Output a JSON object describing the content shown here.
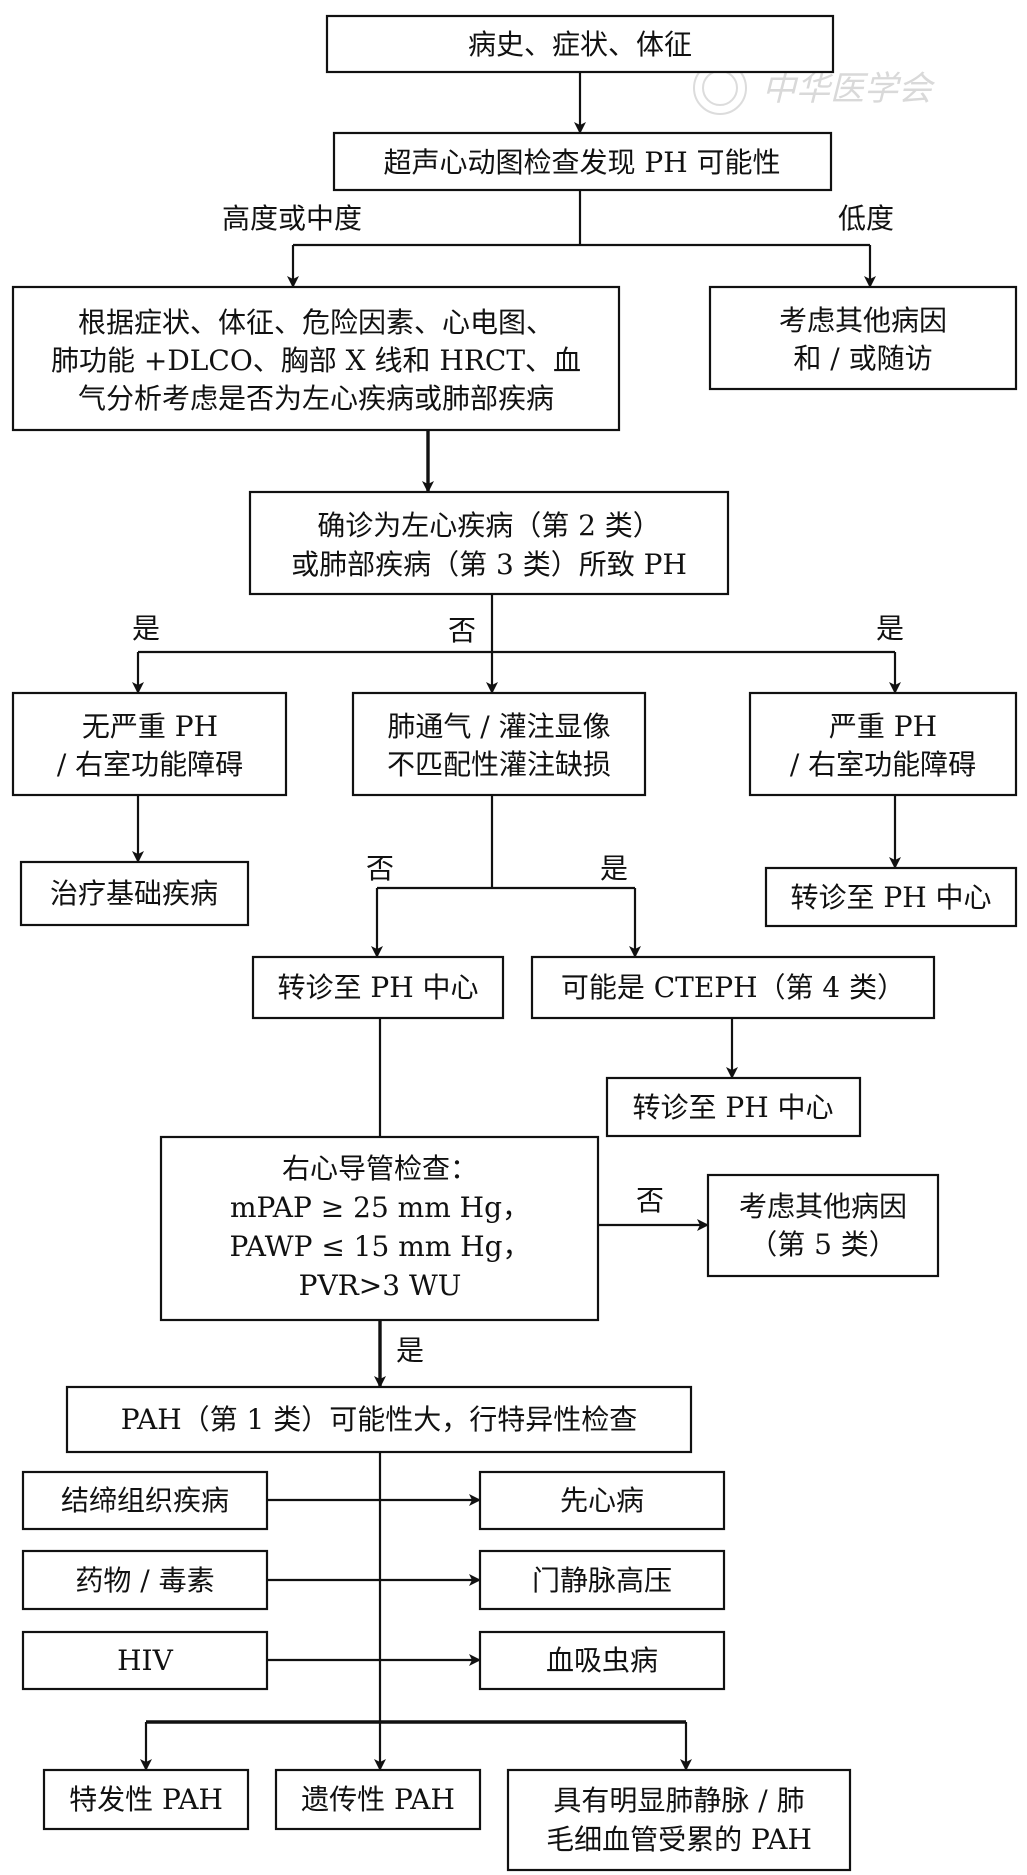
{
  "watermark": "中华医学会",
  "nodes": {
    "history": "病史、症状、体征",
    "echo": "超声心动图检查发现 PH 可能性",
    "assess": [
      "根据症状、体征、危险因素、心电图、",
      "肺功能 +DLCO、胸部 X 线和 HRCT、血",
      "气分析考虑是否为左心疾病或肺部疾病"
    ],
    "other_cause": [
      "考虑其他病因",
      "和 / 或随访"
    ],
    "confirm": [
      "确诊为左心疾病（第 2 类）",
      "或肺部疾病（第 3 类）所致 PH"
    ],
    "no_severe": [
      "无严重 PH",
      "/ 右室功能障碍"
    ],
    "vq": [
      "肺通气 / 灌注显像",
      "不匹配性灌注缺损"
    ],
    "severe": [
      "严重 PH",
      "/ 右室功能障碍"
    ],
    "treat_base": "治疗基础疾病",
    "refer_right": "转诊至 PH 中心",
    "refer_mid": "转诊至 PH 中心",
    "cteph": "可能是 CTEPH（第 4 类）",
    "refer_cteph": "转诊至 PH 中心",
    "rhc": [
      "右心导管检查：",
      "mPAP ≥ 25 mm Hg，",
      "PAWP ≤ 15 mm Hg，",
      "PVR>3 WU"
    ],
    "other_5": [
      "考虑其他病因",
      "（第 5 类）"
    ],
    "pah": "PAH（第 1 类）可能性大，行特异性检查",
    "ctd": "结缔组织疾病",
    "chd": "先心病",
    "drug": "药物 / 毒素",
    "portal": "门静脉高压",
    "hiv": "HIV",
    "schisto": "血吸虫病",
    "idiopathic": "特发性 PAH",
    "hereditary": "遗传性 PAH",
    "pvod": [
      "具有明显肺静脉 / 肺",
      "毛细血管受累的 PAH"
    ]
  },
  "labels": {
    "high_mid": "高度或中度",
    "low": "低度",
    "yes_left": "是",
    "no_mid": "否",
    "yes_right": "是",
    "vq_no": "否",
    "vq_yes": "是",
    "rhc_no": "否",
    "rhc_yes": "是"
  }
}
